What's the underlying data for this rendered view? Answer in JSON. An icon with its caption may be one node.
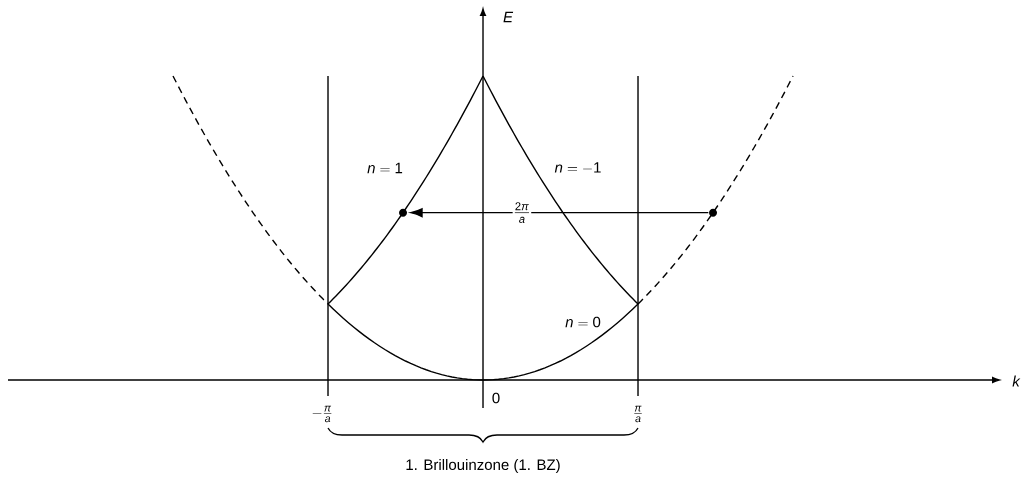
{
  "diagram": {
    "nodes": [
      {
        "text": [],
        "shape": "circle"
      },
      {
        "text": [],
        "shape": "circle"
      }
    ],
    "edges": [
      {
        "from": 1,
        "to": 0,
        "arrow": "to",
        "label": "\\frac{2\\pi}{a}"
      }
    ],
    "labels": [
      "E",
      "n = 1",
      "n = -1",
      "n = 0",
      "k",
      "-\\frac{\\pi}{a}",
      "0",
      "\\frac{\\pi}{a}",
      "1. Brillouinzone (1. BZ)"
    ]
  }
}
